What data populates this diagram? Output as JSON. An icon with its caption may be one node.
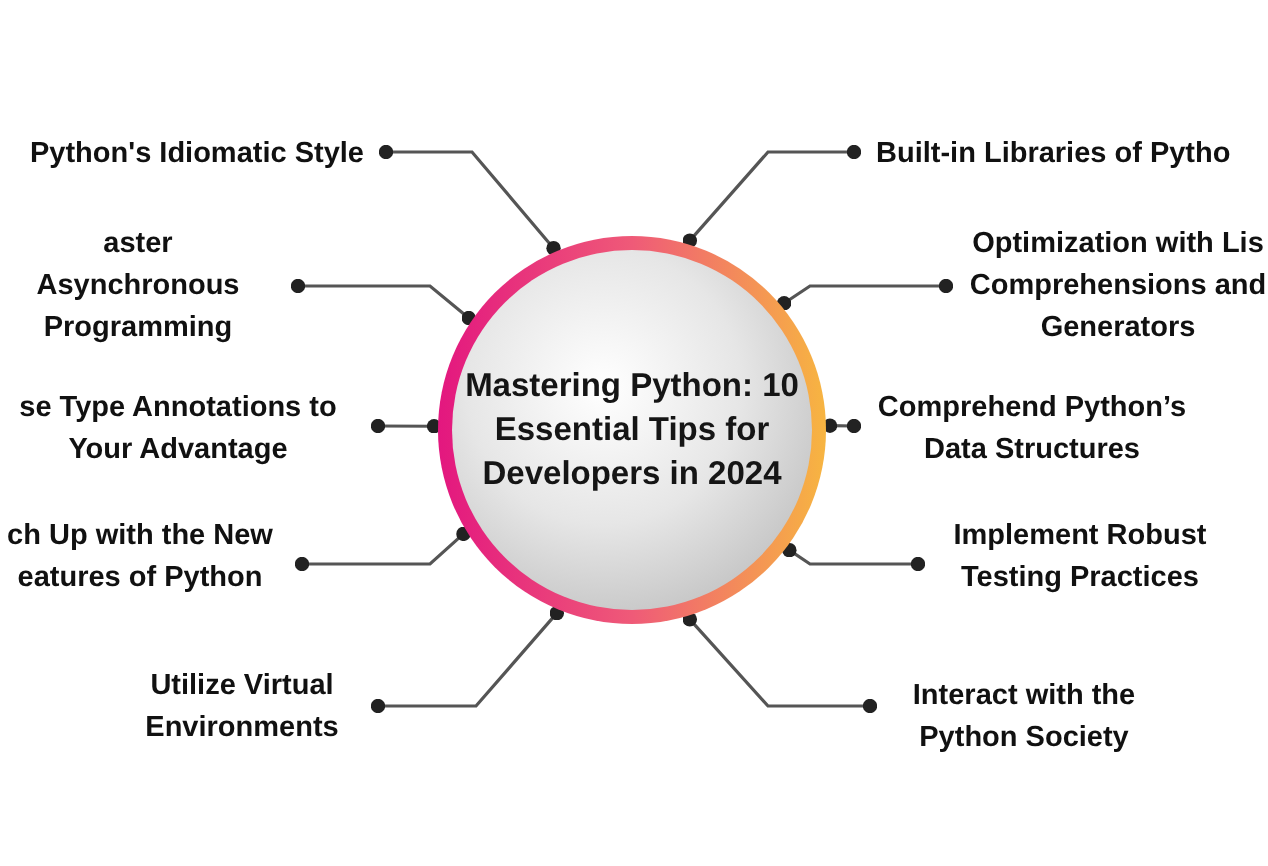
{
  "diagram": {
    "nodes": [
      {
        "text": [
          "Mastering Python: 10 Essential Tips for Developers in 2024"
        ]
      },
      {
        "text": [
          "Python's Idiomatic Style"
        ]
      },
      {
        "text": [
          "aster Asynchronous Programming"
        ]
      },
      {
        "text": [
          "se Type Annotations to Your Advantage"
        ]
      },
      {
        "text": [
          "ch Up with the New eatures of Python"
        ]
      },
      {
        "text": [
          "Utilize Virtual Environments"
        ]
      },
      {
        "text": [
          "Built-in Libraries of Pytho"
        ]
      },
      {
        "text": [
          "Optimization with Lis Comprehensions and Generators"
        ]
      },
      {
        "text": [
          "Comprehend Python’s Data Structures"
        ]
      },
      {
        "text": [
          "Implement Robust Testing Practices"
        ]
      },
      {
        "text": [
          "Interact with the Python Society"
        ]
      }
    ],
    "edges": [
      {
        "from": 0,
        "to": 1,
        "arrow": "other"
      },
      {
        "from": 0,
        "to": 2,
        "arrow": "other"
      },
      {
        "from": 0,
        "to": 3,
        "arrow": "other"
      },
      {
        "from": 0,
        "to": 4,
        "arrow": "other"
      },
      {
        "from": 0,
        "to": 5,
        "arrow": "other"
      },
      {
        "from": 0,
        "to": 6,
        "arrow": "other"
      },
      {
        "from": 0,
        "to": 7,
        "arrow": "other"
      },
      {
        "from": 0,
        "to": 8,
        "arrow": "other"
      },
      {
        "from": 0,
        "to": 9,
        "arrow": "other"
      },
      {
        "from": 0,
        "to": 10,
        "arrow": "other"
      }
    ]
  }
}
